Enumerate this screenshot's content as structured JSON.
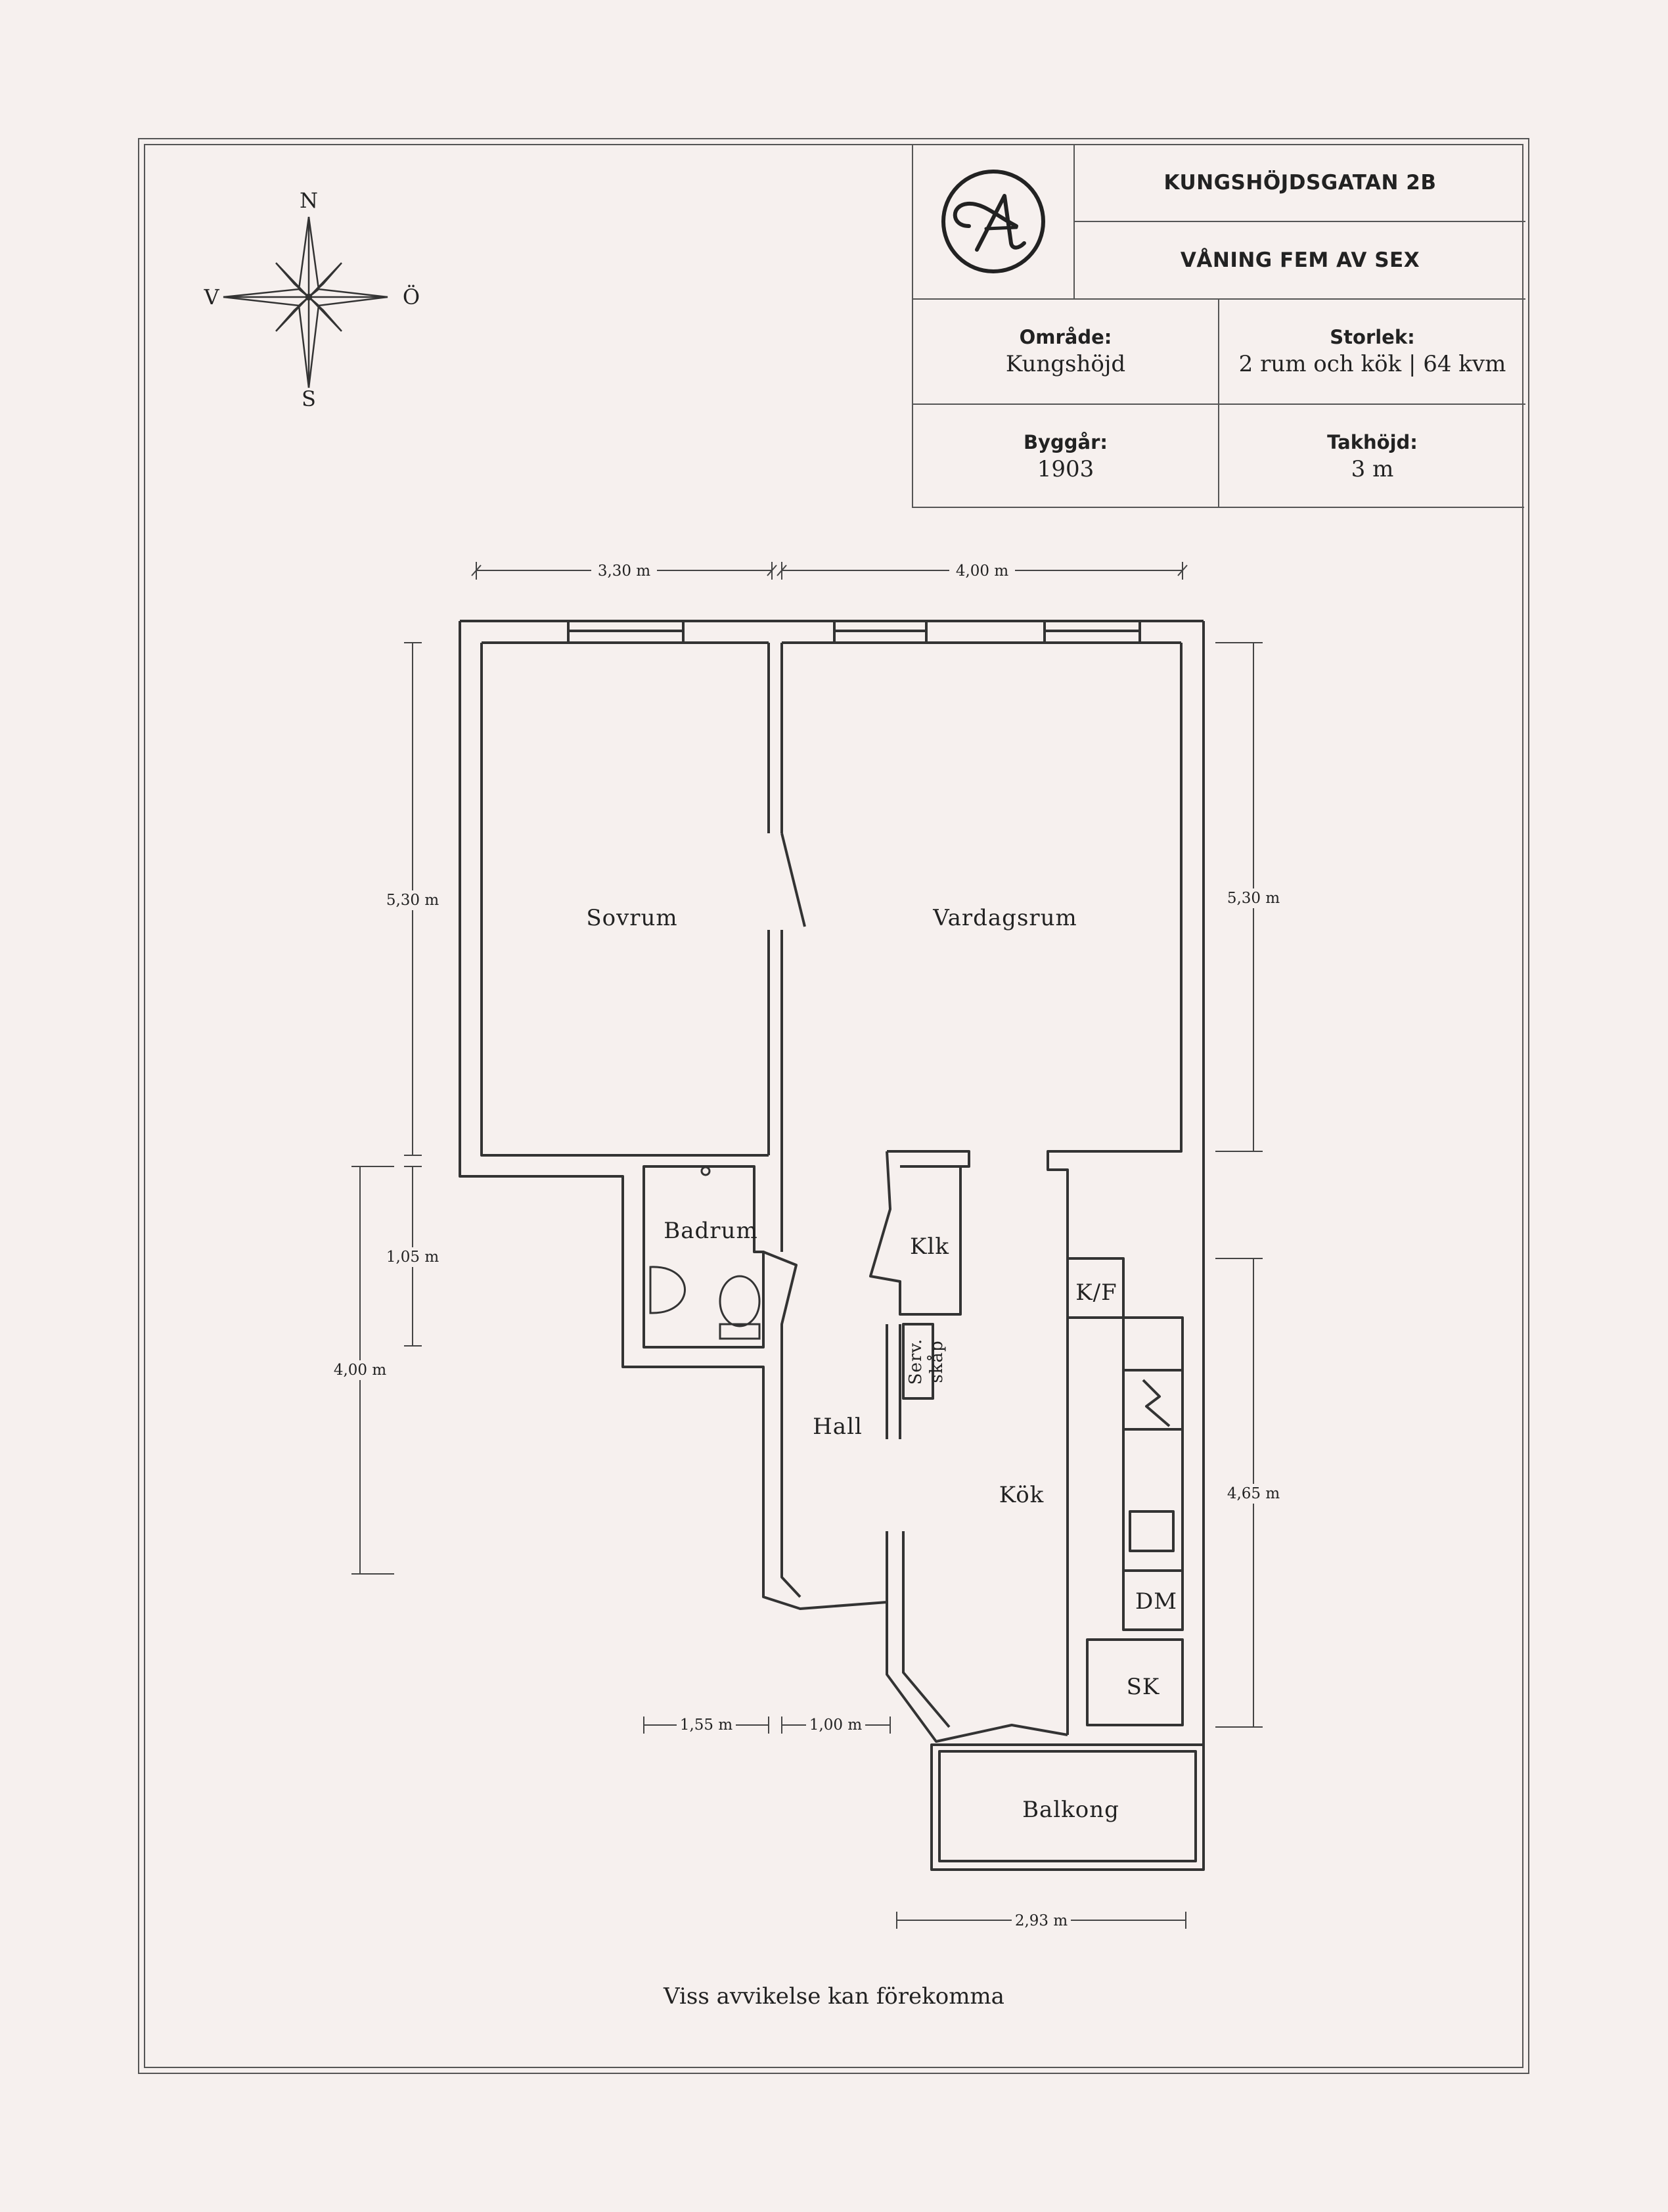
{
  "header": {
    "address": "KUNGSHÖJDSGATAN 2B",
    "floor": "VÅNING FEM AV SEX",
    "area_label": "Område:",
    "area_value": "Kungshöjd",
    "size_label": "Storlek:",
    "size_value": "2 rum och kök | 64 kvm",
    "year_label": "Byggår:",
    "year_value": "1903",
    "ceiling_label": "Takhöjd:",
    "ceiling_value": "3 m"
  },
  "compass": {
    "n": "N",
    "s": "S",
    "e": "Ö",
    "w": "V"
  },
  "rooms": {
    "sovrum": "Sovrum",
    "vardagsrum": "Vardagsrum",
    "badrum": "Badrum",
    "klk": "Klk",
    "kf": "K/F",
    "serv": "Serv.",
    "skap": "skåp",
    "hall": "Hall",
    "kok": "Kök",
    "dm": "DM",
    "sk": "SK",
    "balkong": "Balkong"
  },
  "dimensions": {
    "top_left": "3,30 m",
    "top_right": "4,00 m",
    "left_upper": "5,30 m",
    "right_upper": "5,30 m",
    "left_mid": "1,05 m",
    "left_lower": "4,00 m",
    "right_lower": "4,65 m",
    "bottom_left": "1,55 m",
    "bottom_mid": "1,00 m",
    "balcony": "2,93 m"
  },
  "disclaimer": "Viss avvikelse kan förekomma",
  "colors": {
    "background": "#f6f0ee",
    "ink": "#333333"
  }
}
